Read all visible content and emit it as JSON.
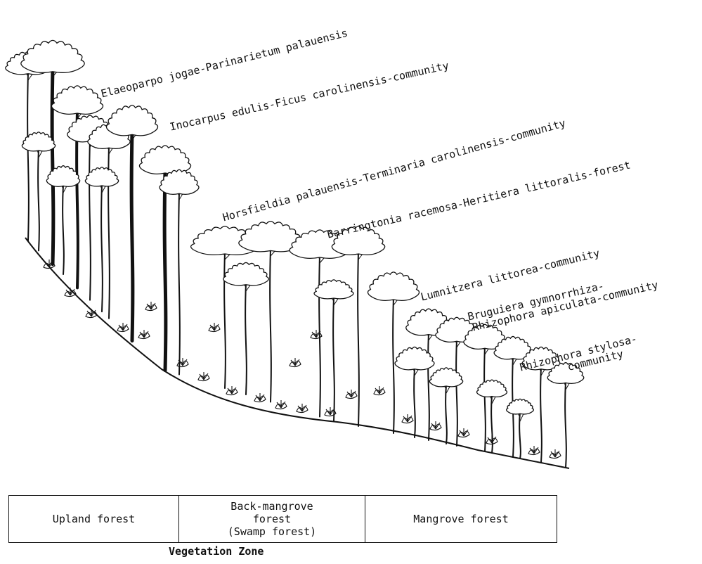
{
  "diagram": {
    "labels": [
      {
        "text": "Elaeoparpo jogae-Parinarietum palauensis"
      },
      {
        "text": "Inocarpus edulis-Ficus carolinensis-community"
      },
      {
        "text": "Horsfieldia palauensis-Terminaria carolinensis-community"
      },
      {
        "text": "Barringtonia racemosa-Heritiera littoralis-forest"
      },
      {
        "text": "Lumnitzera littorea-community"
      },
      {
        "text": "Bruguiera gymnorrhiza-",
        "text2": "Rhizophora apiculata-community"
      },
      {
        "text": "Rhizophora stylosa-",
        "text2": "community"
      }
    ],
    "zones": [
      {
        "label": "Upland forest"
      },
      {
        "label": "Back-mangrove\nforest\n(Swamp forest)"
      },
      {
        "label": "Mangrove forest"
      }
    ],
    "caption": "Vegetation Zone"
  }
}
